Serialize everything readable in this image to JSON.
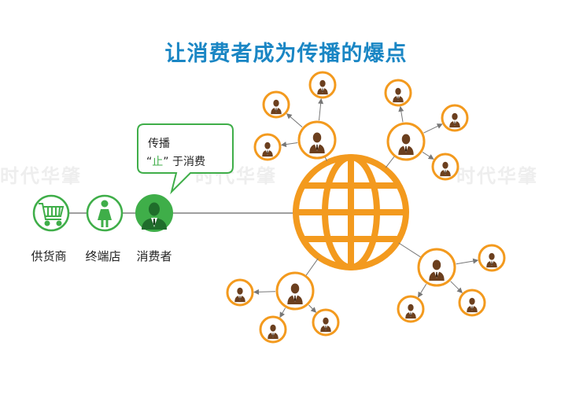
{
  "title": "让消费者成为传播的爆点",
  "watermark": "时代华肇",
  "chain": {
    "supplier": {
      "label": "供货商",
      "icon": "shopping-cart-icon"
    },
    "terminal": {
      "label": "终端店",
      "icon": "woman-icon"
    },
    "consumer": {
      "label": "消费者",
      "icon": "man-in-suit-icon"
    }
  },
  "bubble": {
    "line1": "传播",
    "quote_open": "“",
    "highlight": "止",
    "quote_close": "”",
    "rest": "于消费"
  },
  "colors": {
    "title": "#1a86c4",
    "green": "#3fae49",
    "orange": "#f39a1e",
    "line": "#666666"
  },
  "network": {
    "center_icon": "globe-icon",
    "hub_icon": "person-icon",
    "hub_count": 4,
    "leaves_per_hub": 3
  }
}
